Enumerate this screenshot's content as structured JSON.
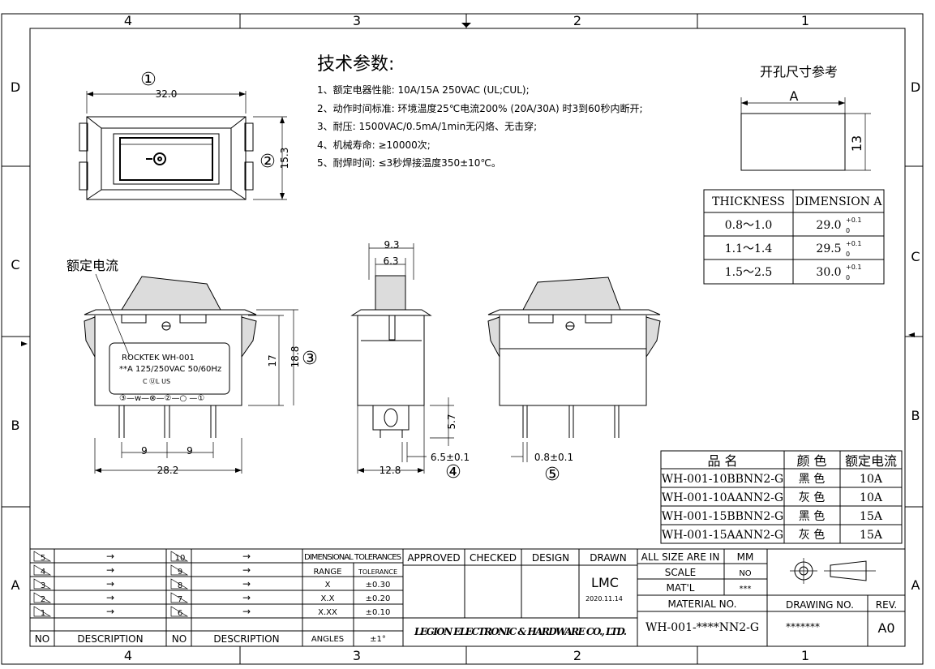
{
  "frame": {
    "cols": [
      "4",
      "3",
      "2",
      "1"
    ],
    "rows": [
      "D",
      "C",
      "B",
      "A"
    ]
  },
  "specs": {
    "title": "技术参数:",
    "lines": [
      "1、额定电器性能: 10A/15A 250VAC (UL;CUL);",
      "2、动作时间标准: 环境温度25℃电流200% (20A/30A) 时3到60秒内断开;",
      "3、耐压: 1500VAC/0.5mA/1min无闪烙、无击穿;",
      "4、机械寿命: ≥10000次;",
      "5、耐焊时间: ≤3秒焊接温度350±10℃。"
    ]
  },
  "cutout": {
    "title": "开孔尺寸参考",
    "dim_a": "A",
    "dim_h": "13"
  },
  "thickness_table": {
    "headers": [
      "THICKNESS",
      "DIMENSION A"
    ],
    "rows": [
      [
        "0.8～1.0",
        "29.0",
        "+0.1",
        "0"
      ],
      [
        "1.1～1.4",
        "29.5",
        "+0.1",
        "0"
      ],
      [
        "1.5～2.5",
        "30.0",
        "+0.1",
        "0"
      ]
    ]
  },
  "callouts": {
    "c1": "①",
    "c2": "②",
    "c3": "③",
    "c4": "④",
    "c5": "⑤"
  },
  "dims": {
    "top_width": "32.0",
    "top_height": "15.3",
    "side_h17": "17",
    "side_h18": "18.8",
    "pitch1": "9",
    "pitch2": "9",
    "base_width": "28.2",
    "mid_w93": "9.3",
    "mid_w63": "6.3",
    "mid_h57": "5.7",
    "mid_w65": "6.5±0.1",
    "mid_w128": "12.8",
    "right_t08": "0.8±0.1"
  },
  "label_note": "额定电流",
  "switch_label": {
    "brand": "ROCKTEK   WH-001",
    "rating": "**A  125/250VAC 50/60Hz",
    "cert": "C ⓊL US",
    "schematic": "③—w—⊗—②—○ —①"
  },
  "product_table": {
    "headers": [
      "品   名",
      "颜 色",
      "额定电流"
    ],
    "rows": [
      [
        "WH-001-10BBNN2-G",
        "黑 色",
        "10A"
      ],
      [
        "WH-001-10AANN2-G",
        "灰 色",
        "10A"
      ],
      [
        "WH-001-15BBNN2-G",
        "黑 色",
        "15A"
      ],
      [
        "WH-001-15AANN2-G",
        "灰 色",
        "15A"
      ]
    ]
  },
  "revisions": {
    "left": [
      "5",
      "4",
      "3",
      "2",
      "1"
    ],
    "right": [
      "10",
      "9",
      "8",
      "7",
      "6"
    ],
    "arrow": "→",
    "no_label": "NO",
    "desc_label": "DESCRIPTION"
  },
  "tolerances": {
    "title": "DIMENSIONAL TOLERANCES",
    "headers": [
      "RANGE",
      "TOLERANCE"
    ],
    "rows": [
      [
        "X",
        "±0.30"
      ],
      [
        "X.X",
        "±0.20"
      ],
      [
        "X.XX",
        "±0.10"
      ],
      [
        "ANGLES",
        "±1°"
      ]
    ]
  },
  "approvals": {
    "headers": [
      "APPROVED",
      "CHECKED",
      "DESIGN",
      "DRAWN"
    ],
    "drawn_by": "LMC",
    "drawn_date": "2020.11.14",
    "company": "LEGION ELECTRONIC & HARDWARE CO., LTD."
  },
  "titleblock": {
    "size_label": "ALL SIZE ARE IN",
    "size_unit": "MM",
    "scale_label": "SCALE",
    "scale_value": "NO",
    "matl_label": "MAT'L",
    "matl_value": "***",
    "material_no_label": "MATERIAL NO.",
    "material_no": "WH-001-****NN2-G",
    "drawing_no_label": "DRAWING NO.",
    "drawing_no": "*******",
    "rev_label": "REV.",
    "rev": "A0"
  }
}
